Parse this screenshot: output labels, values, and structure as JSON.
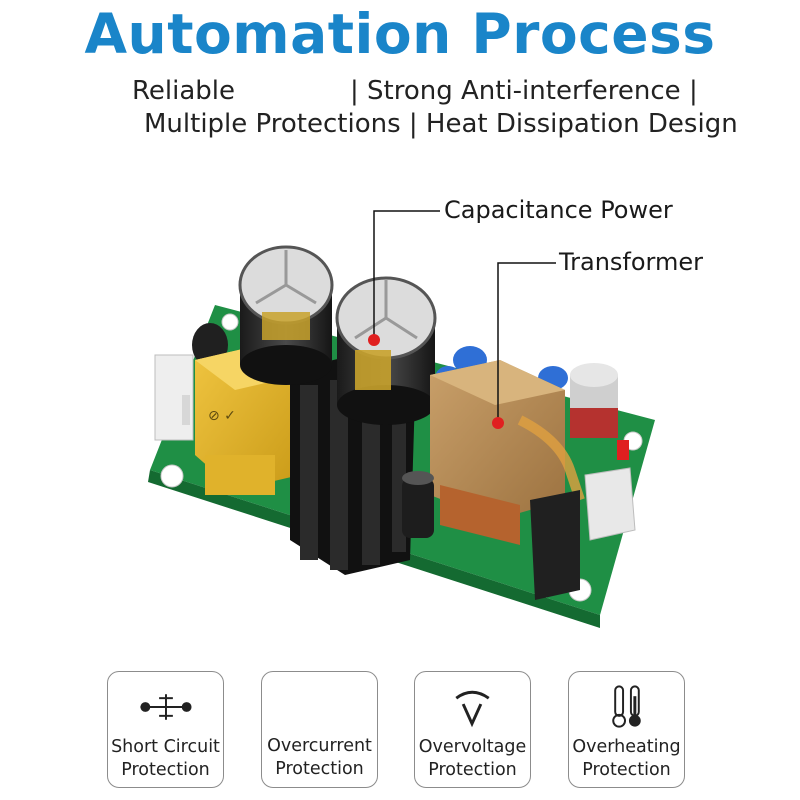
{
  "header": {
    "title": "Automation Process",
    "features_line1_left": "Reliable",
    "features_line1_right": "| Strong Anti-interference |",
    "features_line2": "Multiple Protections | Heat Dissipation Design"
  },
  "callouts": {
    "capacitance": "Capacitance Power",
    "transformer": "Transformer"
  },
  "protections": [
    {
      "line1": "Short Circuit",
      "line2": "Protection",
      "icon": "short-circuit-icon"
    },
    {
      "line1": "Overcurrent",
      "line2": "Protection",
      "icon": "overcurrent-icon"
    },
    {
      "line1": "Overvoltage",
      "line2": "Protection",
      "icon": "overvoltage-icon"
    },
    {
      "line1": "Overheating",
      "line2": "Protection",
      "icon": "thermometer-icon"
    }
  ],
  "colors": {
    "title": "#1a85c9",
    "pcb": "#1f8f45",
    "marker": "#e02020",
    "card_border": "#8c8c8c"
  }
}
